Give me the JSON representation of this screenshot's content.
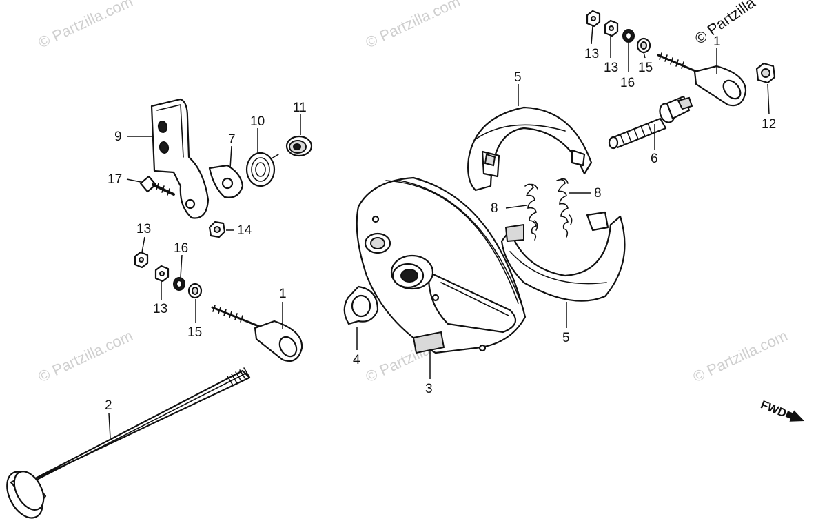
{
  "diagram": {
    "callouts": [
      "1",
      "2",
      "3",
      "4",
      "5",
      "6",
      "7",
      "8",
      "9",
      "10",
      "11",
      "12",
      "13",
      "14",
      "15",
      "16",
      "17"
    ],
    "direction_label": "FWD",
    "watermark": "© Partzilla.com",
    "watermark_short": "© Partzilla"
  }
}
